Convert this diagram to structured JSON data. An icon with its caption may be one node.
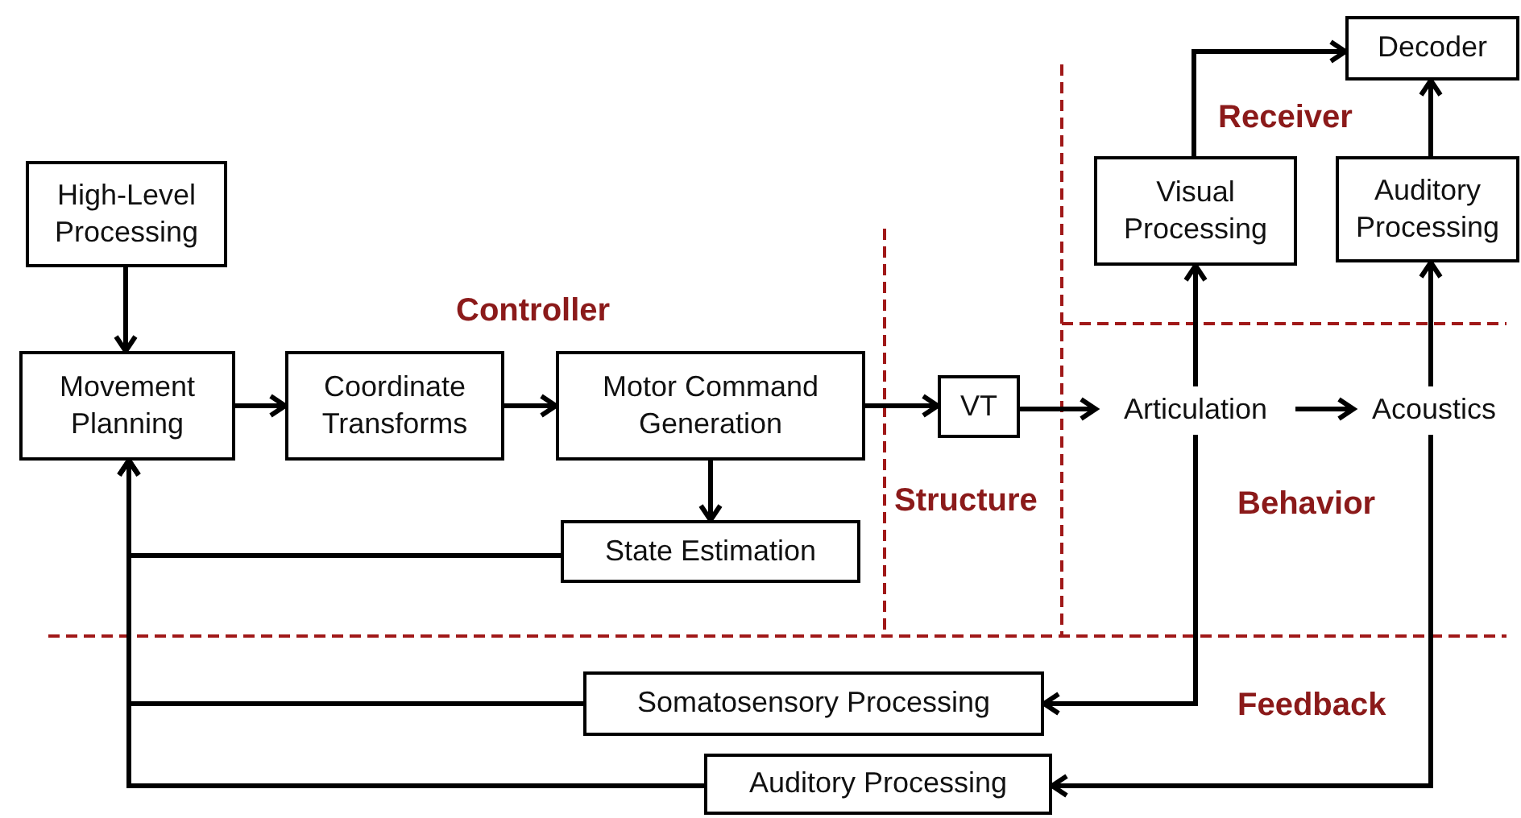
{
  "diagram": {
    "nodes": [
      {
        "text": [
          "High-Level Processing"
        ]
      },
      {
        "text": [
          "Movement Planning"
        ]
      },
      {
        "text": [
          "Coordinate Transforms"
        ]
      },
      {
        "text": [
          "Motor Command Generation"
        ]
      },
      {
        "text": [
          "State Estimation"
        ]
      },
      {
        "text": [
          "VT"
        ]
      },
      {
        "text": [
          "Articulation"
        ]
      },
      {
        "text": [
          "Acoustics"
        ]
      },
      {
        "text": [
          "Visual Processing"
        ]
      },
      {
        "text": [
          "Auditory Processing"
        ]
      },
      {
        "text": [
          "Decoder"
        ]
      },
      {
        "text": [
          "Somatosensory Processing"
        ]
      },
      {
        "text": [
          "Auditory Processing"
        ]
      }
    ],
    "edges": [
      {
        "from": 0,
        "to": 1,
        "arrow": "to"
      },
      {
        "from": 1,
        "to": 2,
        "arrow": "to"
      },
      {
        "from": 2,
        "to": 3,
        "arrow": "to"
      },
      {
        "from": 3,
        "to": 4,
        "arrow": "to"
      },
      {
        "from": 4,
        "to": 1,
        "arrow": "to"
      },
      {
        "from": 3,
        "to": 5,
        "arrow": "to"
      },
      {
        "from": 5,
        "to": 6,
        "arrow": "to"
      },
      {
        "from": 6,
        "to": 7,
        "arrow": "to"
      },
      {
        "from": 6,
        "to": 8,
        "arrow": "to"
      },
      {
        "from": 7,
        "to": 9,
        "arrow": "to"
      },
      {
        "from": 8,
        "to": 10,
        "arrow": "to"
      },
      {
        "from": 9,
        "to": 10,
        "arrow": "to"
      },
      {
        "from": 6,
        "to": 11,
        "arrow": "to"
      },
      {
        "from": 7,
        "to": 12,
        "arrow": "to"
      },
      {
        "from": 11,
        "to": 1,
        "arrow": "to"
      },
      {
        "from": 12,
        "to": 1,
        "arrow": "to"
      }
    ],
    "labels": [
      "Receiver",
      "Controller",
      "Structure",
      "Behavior",
      "Feedback"
    ]
  }
}
